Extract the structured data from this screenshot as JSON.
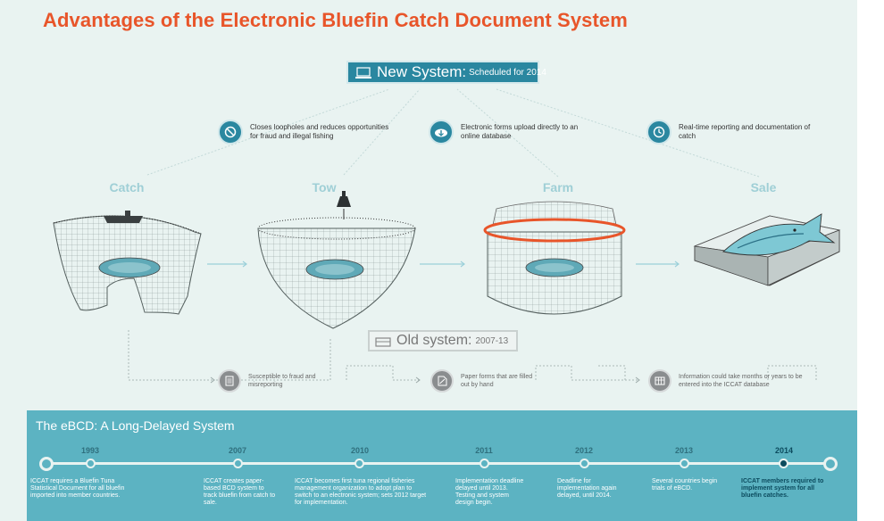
{
  "title": "Advantages of the Electronic Bluefin Catch Document System",
  "new_system": {
    "label": "New System:",
    "sub": "Scheduled for 2014"
  },
  "old_system": {
    "label": "Old system:",
    "sub": "2007-13"
  },
  "stages": [
    "Catch",
    "Tow",
    "Farm",
    "Sale"
  ],
  "new_features": [
    {
      "icon": "no-entry-icon",
      "text": "Closes loopholes and reduces opportunities for fraud and illegal fishing"
    },
    {
      "icon": "cloud-upload-icon",
      "text": "Electronic forms upload directly to an online database"
    },
    {
      "icon": "clock-icon",
      "text": "Real-time reporting and documentation of catch"
    }
  ],
  "old_features": [
    {
      "icon": "document-icon",
      "text": "Susceptible to fraud and misreporting"
    },
    {
      "icon": "paper-form-icon",
      "text": "Paper forms that are filled out by hand"
    },
    {
      "icon": "database-icon",
      "text": "Information could take months or years to be entered into the ICCAT database"
    }
  ],
  "timeline": {
    "title": "The eBCD: A Long-Delayed System",
    "events": [
      {
        "year": "1993",
        "text": "ICCAT requires a Bluefin Tuna Statistical Document for all bluefin imported into member countries."
      },
      {
        "year": "2007",
        "text": "ICCAT creates paper-based BCD system to track bluefin from catch to sale."
      },
      {
        "year": "2010",
        "text": "ICCAT becomes first tuna regional fisheries management organization to adopt plan to switch to an electronic system; sets 2012 target for implementation."
      },
      {
        "year": "2011",
        "text": "Implementation deadline delayed until 2013. Testing and system design begin."
      },
      {
        "year": "2012",
        "text": "Deadline for implementation again delayed, until 2014."
      },
      {
        "year": "2013",
        "text": "Several countries begin trials of eBCD."
      },
      {
        "year": "2014",
        "text": "ICCAT members required to implement system for all bluefin catches.",
        "active": true
      }
    ]
  },
  "colors": {
    "title": "#e8552a",
    "teal": "#2a87a0",
    "timeline_bg": "#5cb3c2",
    "stage": "#9fcfd6",
    "background": "#e9f3f1"
  }
}
